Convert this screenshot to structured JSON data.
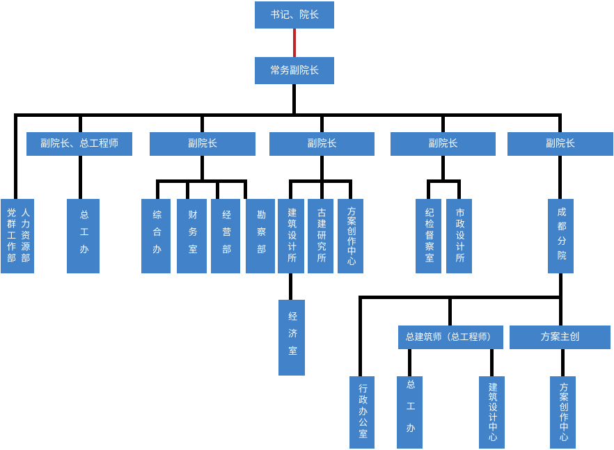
{
  "colors": {
    "box_fill": "#4182c8",
    "box_text": "#ffffff",
    "connector": "#000000",
    "red_connector": "#c02424"
  },
  "nodes": {
    "root": "书记、院长",
    "exec_vice_dean": "常务副院长",
    "vp_chief_engineer": "副院长、总工程师",
    "vp2": "副院长",
    "vp3": "副院长",
    "vp4": "副院长",
    "vp5": "副院长",
    "party_group_dept": "党群工作部",
    "hr_dept": "人力资源部",
    "chief_eng_office": "总工办",
    "general_office": "综合办",
    "finance_office": "财务室",
    "operations_dept": "经营部",
    "survey_dept": "勘察部",
    "arch_design_institute": "建筑设计所",
    "ancient_arch_institute": "古建研究所",
    "scheme_creation_center": "方案创作中心",
    "discipline_inspection_office": "纪检督察室",
    "municipal_design_institute": "市政设计所",
    "chengdu_branch": "成都分院",
    "economy_office": "经济室",
    "chief_architect": "总建筑师（总工程师）",
    "scheme_lead": "方案主创",
    "admin_office": "行政办公室",
    "chief_eng_office_branch": "总工办",
    "arch_design_center": "建筑设计中心",
    "scheme_creation_center_branch": "方案创作中心"
  },
  "hierarchy": {
    "root": "root",
    "edges": [
      [
        "root",
        "exec_vice_dean"
      ],
      [
        "exec_vice_dean",
        "party_group_dept/hr_dept"
      ],
      [
        "exec_vice_dean",
        "vp_chief_engineer"
      ],
      [
        "exec_vice_dean",
        "vp2"
      ],
      [
        "exec_vice_dean",
        "vp3"
      ],
      [
        "exec_vice_dean",
        "vp4"
      ],
      [
        "exec_vice_dean",
        "vp5"
      ],
      [
        "vp_chief_engineer",
        "chief_eng_office"
      ],
      [
        "vp2",
        "general_office"
      ],
      [
        "vp2",
        "finance_office"
      ],
      [
        "vp2",
        "operations_dept"
      ],
      [
        "vp2",
        "survey_dept"
      ],
      [
        "vp3",
        "arch_design_institute"
      ],
      [
        "vp3",
        "ancient_arch_institute"
      ],
      [
        "vp3",
        "scheme_creation_center"
      ],
      [
        "arch_design_institute",
        "economy_office"
      ],
      [
        "vp4",
        "discipline_inspection_office"
      ],
      [
        "vp4",
        "municipal_design_institute"
      ],
      [
        "vp5",
        "chengdu_branch"
      ],
      [
        "chengdu_branch",
        "admin_office"
      ],
      [
        "chengdu_branch",
        "chief_architect"
      ],
      [
        "chengdu_branch",
        "scheme_lead"
      ],
      [
        "chief_architect",
        "chief_eng_office_branch"
      ],
      [
        "chief_architect",
        "arch_design_center"
      ],
      [
        "scheme_lead",
        "scheme_creation_center_branch"
      ]
    ]
  }
}
